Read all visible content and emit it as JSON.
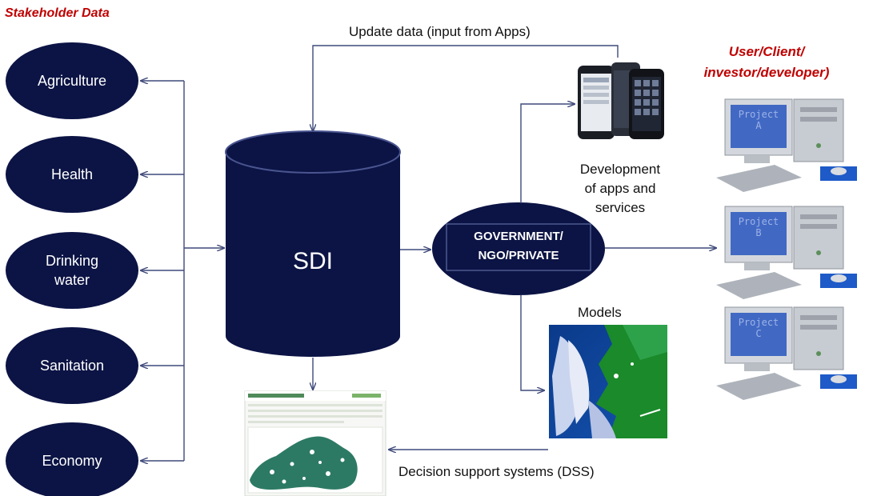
{
  "header": {
    "stakeholder_title": "Stakeholder Data",
    "update_label": "Update data (input from Apps)",
    "user_title_line1": "User/Client/",
    "user_title_line2": "investor/developer)"
  },
  "stakeholders": [
    {
      "lines": [
        "Agriculture"
      ]
    },
    {
      "lines": [
        "Health"
      ]
    },
    {
      "lines": [
        "Drinking",
        "water"
      ]
    },
    {
      "lines": [
        "Sanitation"
      ]
    },
    {
      "lines": [
        "Economy"
      ]
    }
  ],
  "sdi_label": "SDI",
  "hub": {
    "line1": "GOVERNMENT/",
    "line2": "NGO/PRIVATE"
  },
  "apps": {
    "line1": "Development",
    "line2": "of apps and",
    "line3": "services"
  },
  "models_label": "Models",
  "dss_label": "Decision support systems (DSS)",
  "computers": [
    {
      "screen_line1": "Project",
      "screen_line2": "A"
    },
    {
      "screen_line1": "Project",
      "screen_line2": "B"
    },
    {
      "screen_line1": "Project",
      "screen_line2": "C"
    }
  ],
  "colors": {
    "node": "#0c1445",
    "arrow": "#3f4a7a",
    "title_red": "#c00000"
  }
}
